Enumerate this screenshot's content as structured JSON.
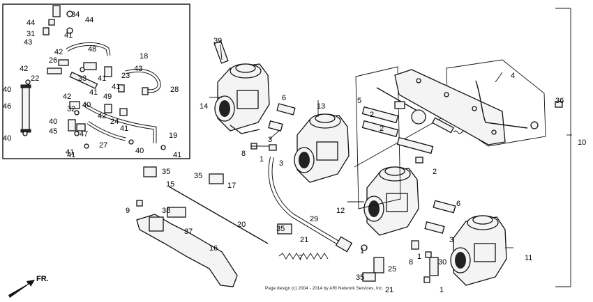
{
  "labels": [
    {
      "t": "34"
    },
    {
      "t": "44"
    },
    {
      "t": "44"
    },
    {
      "t": "31"
    },
    {
      "t": "41"
    },
    {
      "t": "43"
    },
    {
      "t": "48"
    },
    {
      "t": "42"
    },
    {
      "t": "18"
    },
    {
      "t": "26"
    },
    {
      "t": "42"
    },
    {
      "t": "43"
    },
    {
      "t": "22"
    },
    {
      "t": "33"
    },
    {
      "t": "41"
    },
    {
      "t": "23"
    },
    {
      "t": "41"
    },
    {
      "t": "40"
    },
    {
      "t": "42"
    },
    {
      "t": "41"
    },
    {
      "t": "49"
    },
    {
      "t": "28"
    },
    {
      "t": "46"
    },
    {
      "t": "32"
    },
    {
      "t": "40"
    },
    {
      "t": "42"
    },
    {
      "t": "24"
    },
    {
      "t": "41"
    },
    {
      "t": "40"
    },
    {
      "t": "45"
    },
    {
      "t": "47"
    },
    {
      "t": "27"
    },
    {
      "t": "41"
    },
    {
      "t": "19"
    },
    {
      "t": "40"
    },
    {
      "t": "40"
    },
    {
      "t": "41"
    },
    {
      "t": "41"
    },
    {
      "t": "39"
    },
    {
      "t": "14"
    },
    {
      "t": "13"
    },
    {
      "t": "6"
    },
    {
      "t": "5"
    },
    {
      "t": "2"
    },
    {
      "t": "2"
    },
    {
      "t": "3"
    },
    {
      "t": "8"
    },
    {
      "t": "1"
    },
    {
      "t": "3"
    },
    {
      "t": "4"
    },
    {
      "t": "36"
    },
    {
      "t": "10"
    },
    {
      "t": "2"
    },
    {
      "t": "35"
    },
    {
      "t": "15"
    },
    {
      "t": "35"
    },
    {
      "t": "17"
    },
    {
      "t": "9"
    },
    {
      "t": "38"
    },
    {
      "t": "37"
    },
    {
      "t": "12"
    },
    {
      "t": "20"
    },
    {
      "t": "29"
    },
    {
      "t": "6"
    },
    {
      "t": "16"
    },
    {
      "t": "35"
    },
    {
      "t": "21"
    },
    {
      "t": "3"
    },
    {
      "t": "7"
    },
    {
      "t": "1"
    },
    {
      "t": "8"
    },
    {
      "t": "11"
    },
    {
      "t": "1"
    },
    {
      "t": "30"
    },
    {
      "t": "25"
    },
    {
      "t": "35"
    },
    {
      "t": "21"
    },
    {
      "t": "1"
    }
  ],
  "copyright": "Page design (c) 2004 - 2014 by ARI Network Services, Inc.",
  "direction": "FR."
}
